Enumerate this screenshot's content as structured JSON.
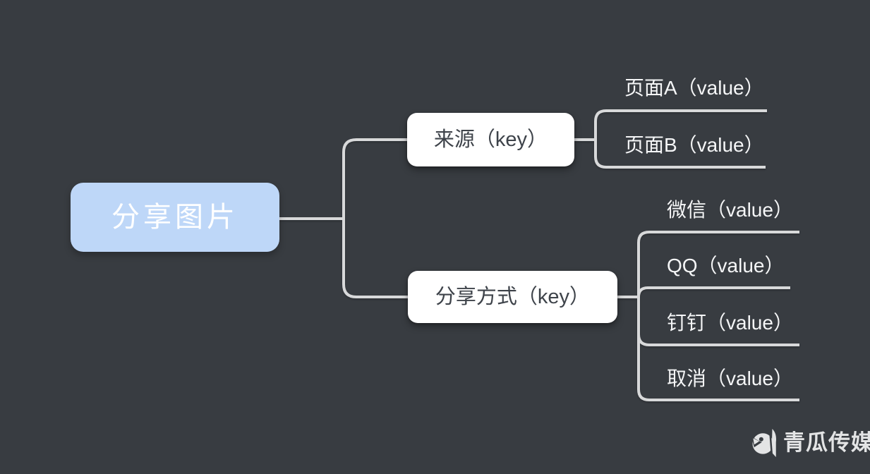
{
  "diagram": {
    "root": {
      "label": "分享图片"
    },
    "branches": [
      {
        "label": "来源（key）",
        "children": [
          {
            "label": "页面A（value）"
          },
          {
            "label": "页面B（value）"
          }
        ]
      },
      {
        "label": "分享方式（key）",
        "children": [
          {
            "label": "微信（value）"
          },
          {
            "label": "QQ（value）"
          },
          {
            "label": "钉钉（value）"
          },
          {
            "label": "取消（value）"
          }
        ]
      }
    ]
  },
  "watermark": {
    "brand": "青瓜传媒"
  },
  "colors": {
    "background": "#383c41",
    "connector": "#d8d9da",
    "root_fill": "#bed7f8",
    "root_text": "#ffffff",
    "key_fill": "#ffffff",
    "key_text": "#3e434a",
    "value_text": "#f5f6f7",
    "brand_color": "#e3e4e5"
  }
}
